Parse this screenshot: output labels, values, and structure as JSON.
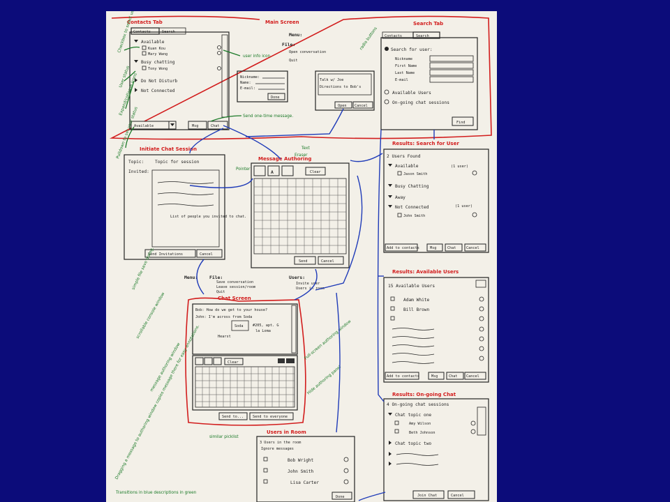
{
  "main_screen": {
    "title": "Main Screen",
    "contacts_tab_label": "Contacts Tab",
    "search_tab_label": "Search Tab",
    "tabs": [
      "Contacts",
      "Search"
    ],
    "groups": {
      "available": "Available",
      "busy": "Busy chatting",
      "dnd": "Do Not Disturb",
      "not_connected": "Not Connected"
    },
    "contacts": [
      "Kuan Kou",
      "Mary Wang",
      "Tony Wong"
    ],
    "status_select": "Available",
    "buttons": {
      "msg": "Msg",
      "chat": "Chat",
      "done": "Done"
    },
    "info_fields": [
      "Nickname:",
      "Name:",
      "E-mail:"
    ],
    "menu": {
      "title": "Menu:",
      "file": "File:",
      "items": [
        "Open conversation",
        "Quit"
      ]
    },
    "talk_dialog": {
      "lines": [
        "Talk w/ Joe",
        "Directions to Bob's"
      ],
      "open": "Open",
      "cancel": "Cancel"
    },
    "search": {
      "option_user": "Search for user:",
      "fields": [
        "Nickname",
        "First Name",
        "Last Name",
        "E-mail"
      ],
      "option_available": "Available Users",
      "option_ongoing": "On-going chat sessions",
      "find": "Find"
    }
  },
  "annotations": {
    "check_select": "Checkbox to select users",
    "user_status": "User status",
    "expand": "Expand/collapse icons",
    "set_status": "Pulldown to set your status",
    "info_icon": "user info icon",
    "one_time": "Send one-time message.",
    "radio": "radio buttons",
    "pointer": "Pointer",
    "text": "Text",
    "eraser": "Eraser",
    "file_save": "simple file save dialog.",
    "console": "scrollable console window",
    "authoring": "message authoring window",
    "full_screen": "Full-screen authoring window",
    "hide_panel": "Hide authoring panel",
    "dragging": "Dragging a message to authoring window copies message there for easy annotations.",
    "picklist": "similar picklist",
    "footer": "Transitions in blue descriptions in green"
  },
  "initiate": {
    "title": "Initiate Chat Session",
    "topic_label": "Topic:",
    "topic_value": "Topic for session",
    "invited_label": "Invited:",
    "list_note": "List of people you invited to chat.",
    "send": "Send Invitations",
    "cancel": "Cancel"
  },
  "authoring": {
    "title": "Message Authoring",
    "clear": "Clear",
    "send": "Send",
    "cancel": "Cancel"
  },
  "chat_screen": {
    "title": "Chat Screen",
    "menu": {
      "title": "Menu:",
      "file": "File:",
      "file_items": [
        "Save conversation",
        "Leave session/room",
        "Quit"
      ],
      "users": "Users:",
      "users_items": [
        "Invite user",
        "Users in room"
      ]
    },
    "console": [
      "Bob: How do we get to your house?",
      "John: I'm across from Soda"
    ],
    "map_labels": [
      "Soda",
      "#205, apt. G",
      "la Loma",
      "Hearst"
    ],
    "clear": "Clear",
    "send_to": "Send to...",
    "send_all": "Send to everyone"
  },
  "users_room": {
    "title": "Users in Room",
    "count": "3 Users in the room",
    "ignore": "Ignore messages",
    "users": [
      "Bob Wright",
      "John Smith",
      "Lisa Carter"
    ],
    "done": "Done"
  },
  "results_search": {
    "title": "Results: Search for User",
    "count": "2 Users Found",
    "groups": [
      "Available",
      "Busy Chatting",
      "Away",
      "Not Connected"
    ],
    "group_notes": [
      "(1 user)",
      "(1 user)"
    ],
    "users": [
      "Jason Smith",
      "John Smith"
    ],
    "buttons": [
      "Add to contacts",
      "Msg",
      "Chat",
      "Cancel"
    ]
  },
  "results_available": {
    "title": "Results: Available Users",
    "count": "15 Available Users",
    "users": [
      "Adam White",
      "Bill Brown"
    ],
    "buttons": [
      "Add to contacts",
      "Msg",
      "Chat",
      "Cancel"
    ]
  },
  "results_ongoing": {
    "title": "Results: On-going Chat",
    "count": "4 On-going chat sessions",
    "topics": [
      "Chat topic one",
      "Chat topic two"
    ],
    "members": [
      "Amy Wilson",
      "Beth Johnson"
    ],
    "buttons": [
      "Join Chat",
      "Cancel"
    ]
  }
}
